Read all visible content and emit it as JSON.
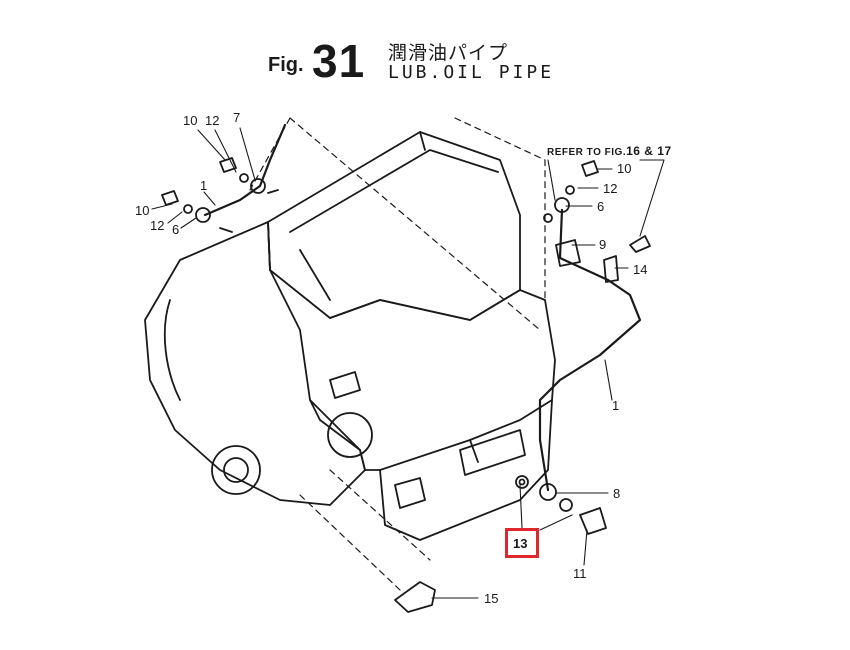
{
  "title": {
    "fig_prefix": "Fig.",
    "fig_number": "31",
    "japanese": "潤滑油パイプ",
    "english": "LUB.OIL PIPE"
  },
  "refer_note": {
    "text": "REFER TO FIG.",
    "figs": "16 & 17"
  },
  "callouts": {
    "c10_top": "10",
    "c12_top": "12",
    "c7": "7",
    "c1_left": "1",
    "c10_left": "10",
    "c12_left": "12",
    "c6_left": "6",
    "c10_right": "10",
    "c12_right": "12",
    "c6_right": "6",
    "c9": "9",
    "c14": "14",
    "c1_right": "1",
    "c8": "8",
    "c13": "13",
    "c11": "11",
    "c15": "15"
  },
  "highlighted_part": "13",
  "colors": {
    "line": "#1a1a1a",
    "highlight": "#e0272b",
    "background": "#ffffff"
  }
}
